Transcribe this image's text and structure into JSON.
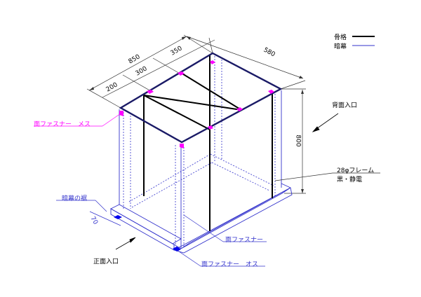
{
  "legend": {
    "items": [
      {
        "label": "骨格",
        "color": "#000000"
      },
      {
        "label": "暗幕",
        "color": "#3333cc"
      }
    ]
  },
  "dimensions": {
    "total_width": "850",
    "seg1": "200",
    "seg2": "300",
    "seg3": "350",
    "depth": "580",
    "height": "800",
    "skirt": "70"
  },
  "labels": {
    "fastener_female": "面ファスナー　メス",
    "fastener": "面ファスナー",
    "fastener_male": "面ファスナー　オス",
    "curtain_skirt": "暗幕の裾",
    "frame_line1": "28φフレーム",
    "frame_line2": "黒・静電",
    "rear_entrance": "背面入口",
    "front_entrance": "正面入口"
  },
  "colors": {
    "frame": "#000000",
    "curtain": "#3333cc",
    "top_frame": "#1a1a66",
    "fastener": "#ff00ff",
    "fastener_male": "#0000ee",
    "dim": "#333333"
  }
}
